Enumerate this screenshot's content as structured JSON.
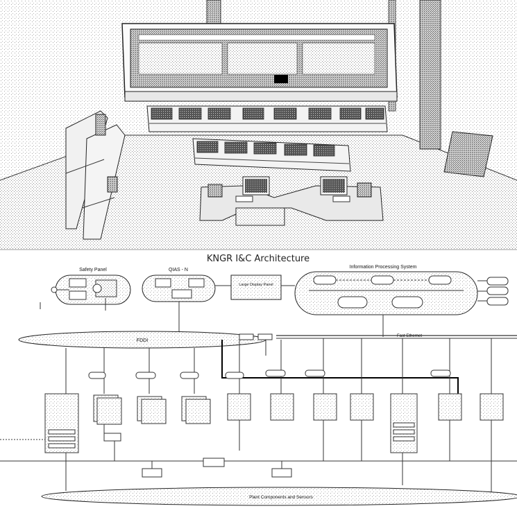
{
  "caption": "KNGR I&C Architecture",
  "room": {
    "wall_panel_title": "",
    "console_count_row1": 8,
    "console_count_row2": 5,
    "workstation_count": 2
  },
  "top_groups": {
    "safety_panel": "Safety Panel",
    "qias": "QIAS - N",
    "large_display": "Large Display Panel",
    "ips": "Information Processing System"
  },
  "networks": {
    "left_bus": "FDDI",
    "right_bus": "Fast Ethernet",
    "bottom": "Plant Components and Sensors"
  },
  "colors": {
    "line": "#333333",
    "stipple": "#9a9a9a",
    "bold_line": "#000000"
  }
}
